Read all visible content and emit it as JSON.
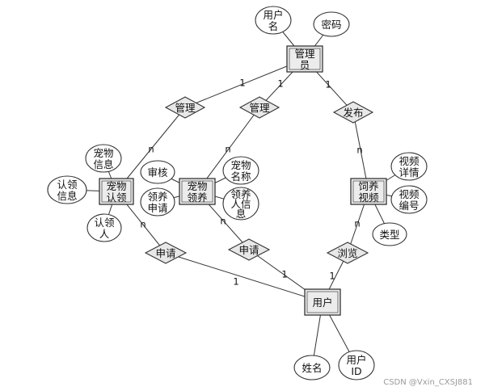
{
  "entities": {
    "admin": [
      "管理",
      "员"
    ],
    "pet_adopt": [
      "宠物",
      "认领"
    ],
    "pet_foster": [
      "宠物",
      "领养"
    ],
    "video": [
      "饲养",
      "视频"
    ],
    "user": [
      "用户"
    ]
  },
  "attributes": {
    "admin_username": [
      "用户",
      "名"
    ],
    "admin_password": [
      "密码"
    ],
    "pet_info": [
      "宠物",
      "信息"
    ],
    "adopt_info": [
      "认领",
      "信息"
    ],
    "adopt_person": [
      "认领",
      "人"
    ],
    "audit": [
      "审核"
    ],
    "foster_apply": [
      "领养",
      "申请"
    ],
    "pet_name": [
      "宠物",
      "名称"
    ],
    "fosterer_info": [
      "领养",
      "人信",
      "息"
    ],
    "video_detail": [
      "视频",
      "详情"
    ],
    "video_id": [
      "视频",
      "编号"
    ],
    "video_type": [
      "类型"
    ],
    "user_name": [
      "姓名"
    ],
    "user_id": [
      "用户",
      "ID"
    ]
  },
  "relationships": {
    "manage1": "管理",
    "manage2": "管理",
    "publish": "发布",
    "apply1": "申请",
    "apply2": "申请",
    "browse": "浏览"
  },
  "cardinalities": {
    "admin_manage1": "1",
    "admin_manage2": "1",
    "admin_publish": "1",
    "manage1_pet_adopt": "n",
    "manage2_pet_foster": "n",
    "publish_video": "n",
    "pet_adopt_apply1": "n",
    "apply1_user": "1",
    "pet_foster_apply2": "n",
    "apply2_user": "1",
    "video_browse": "n",
    "browse_user": "1"
  },
  "watermark": "CSDN @Vxin_CXSJ881"
}
